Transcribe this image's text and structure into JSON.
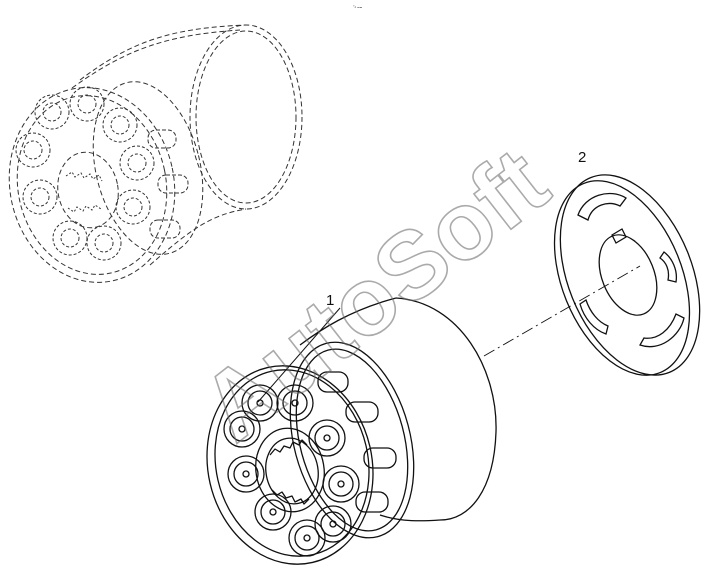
{
  "diagram": {
    "callouts": [
      {
        "id": "1",
        "label": "1"
      },
      {
        "id": "2",
        "label": "2"
      }
    ],
    "corner_mark": "°ₙ ₘₘ",
    "watermark": "AutoSoft",
    "colors": {
      "line": "#111111",
      "dashed": "#333333",
      "watermark": "#666666",
      "background": "#ffffff"
    }
  }
}
